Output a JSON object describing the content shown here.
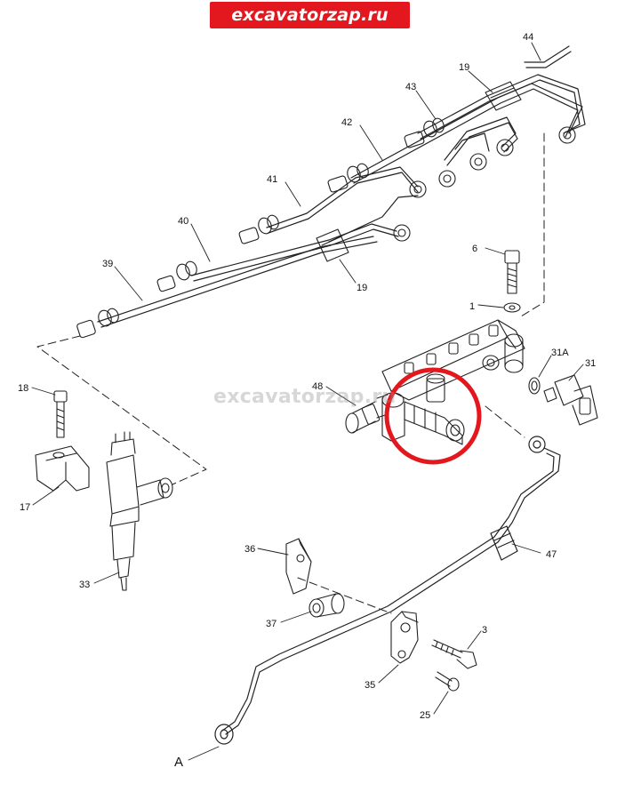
{
  "banner": {
    "text": "excavatorzap.ru",
    "color": "#e3171e"
  },
  "watermark": {
    "text": "excavatorzap.ru"
  },
  "highlight": {
    "color": "#e3171e"
  },
  "callouts": {
    "c44": "44",
    "c19a": "19",
    "c43": "43",
    "c42": "42",
    "c41": "41",
    "c40": "40",
    "c39": "39",
    "c19b": "19",
    "c6": "6",
    "c1": "1",
    "c31a": "31A",
    "c31": "31",
    "c48": "48",
    "c18": "18",
    "c17": "17",
    "c33": "33",
    "c36": "36",
    "c47": "47",
    "c37": "37",
    "c3": "3",
    "c35": "35",
    "c25": "25",
    "cA": "A"
  }
}
